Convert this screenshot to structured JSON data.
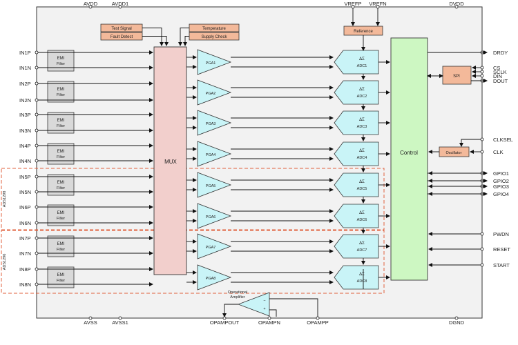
{
  "top_pins": [
    "AVDD",
    "AVDD1",
    "VREFP",
    "VREFN",
    "DVDD"
  ],
  "bottom_pins": [
    "AVSS",
    "AVSS1",
    "OPAMPOUT",
    "OPAMPN",
    "OPAMPP",
    "DGND"
  ],
  "mux_inputs": [
    "Test Signal",
    "Fault Detect",
    "Temperature",
    "Supply Check"
  ],
  "reference_label": "Reference",
  "input_pins": [
    "IN1P",
    "IN1N",
    "IN2P",
    "IN2N",
    "IN3P",
    "IN3N",
    "IN4P",
    "IN4N",
    "IN5P",
    "IN5N",
    "IN6P",
    "IN6N",
    "IN7P",
    "IN7N",
    "IN8P",
    "IN8N"
  ],
  "emi_line1": "EMI",
  "emi_line2": "Filter",
  "mux_label": "MUX",
  "pgas": [
    "PGA1",
    "PGA2",
    "PGA3",
    "PGA4",
    "PGA5",
    "PGA6",
    "PGA7",
    "PGA8"
  ],
  "adc_symbol": "ΔΣ",
  "adcs": [
    "ADC1",
    "ADC2",
    "ADC3",
    "ADC4",
    "ADC5",
    "ADC6",
    "ADC7",
    "ADC8"
  ],
  "control_label": "Control",
  "spi_label": "SPI",
  "oscillator_label": "Oscillator",
  "right_pins": [
    "DRDY",
    "CS",
    "SCLK",
    "DIN",
    "DOUT",
    "CLKSEL",
    "CLK",
    "GPIO1",
    "GPIO2",
    "GPIO3",
    "GPIO4",
    "PWDN",
    "RESET",
    "START"
  ],
  "group_labels": [
    "ADS1298",
    "ADS1296"
  ],
  "opamp_title_line1": "Operational",
  "opamp_title_line2": "Amplifier",
  "opamp_minus": "−",
  "opamp_plus": "+",
  "colors": {
    "emi_fill": "#d9d9d9",
    "mux_fill": "#f2cfcc",
    "pga_fill": "#c9f4f7",
    "control_fill": "#cdf7c2",
    "orange_fill": "#f3b99a",
    "group_border": "#e0603c",
    "package_fill": "#f2f2f2"
  }
}
